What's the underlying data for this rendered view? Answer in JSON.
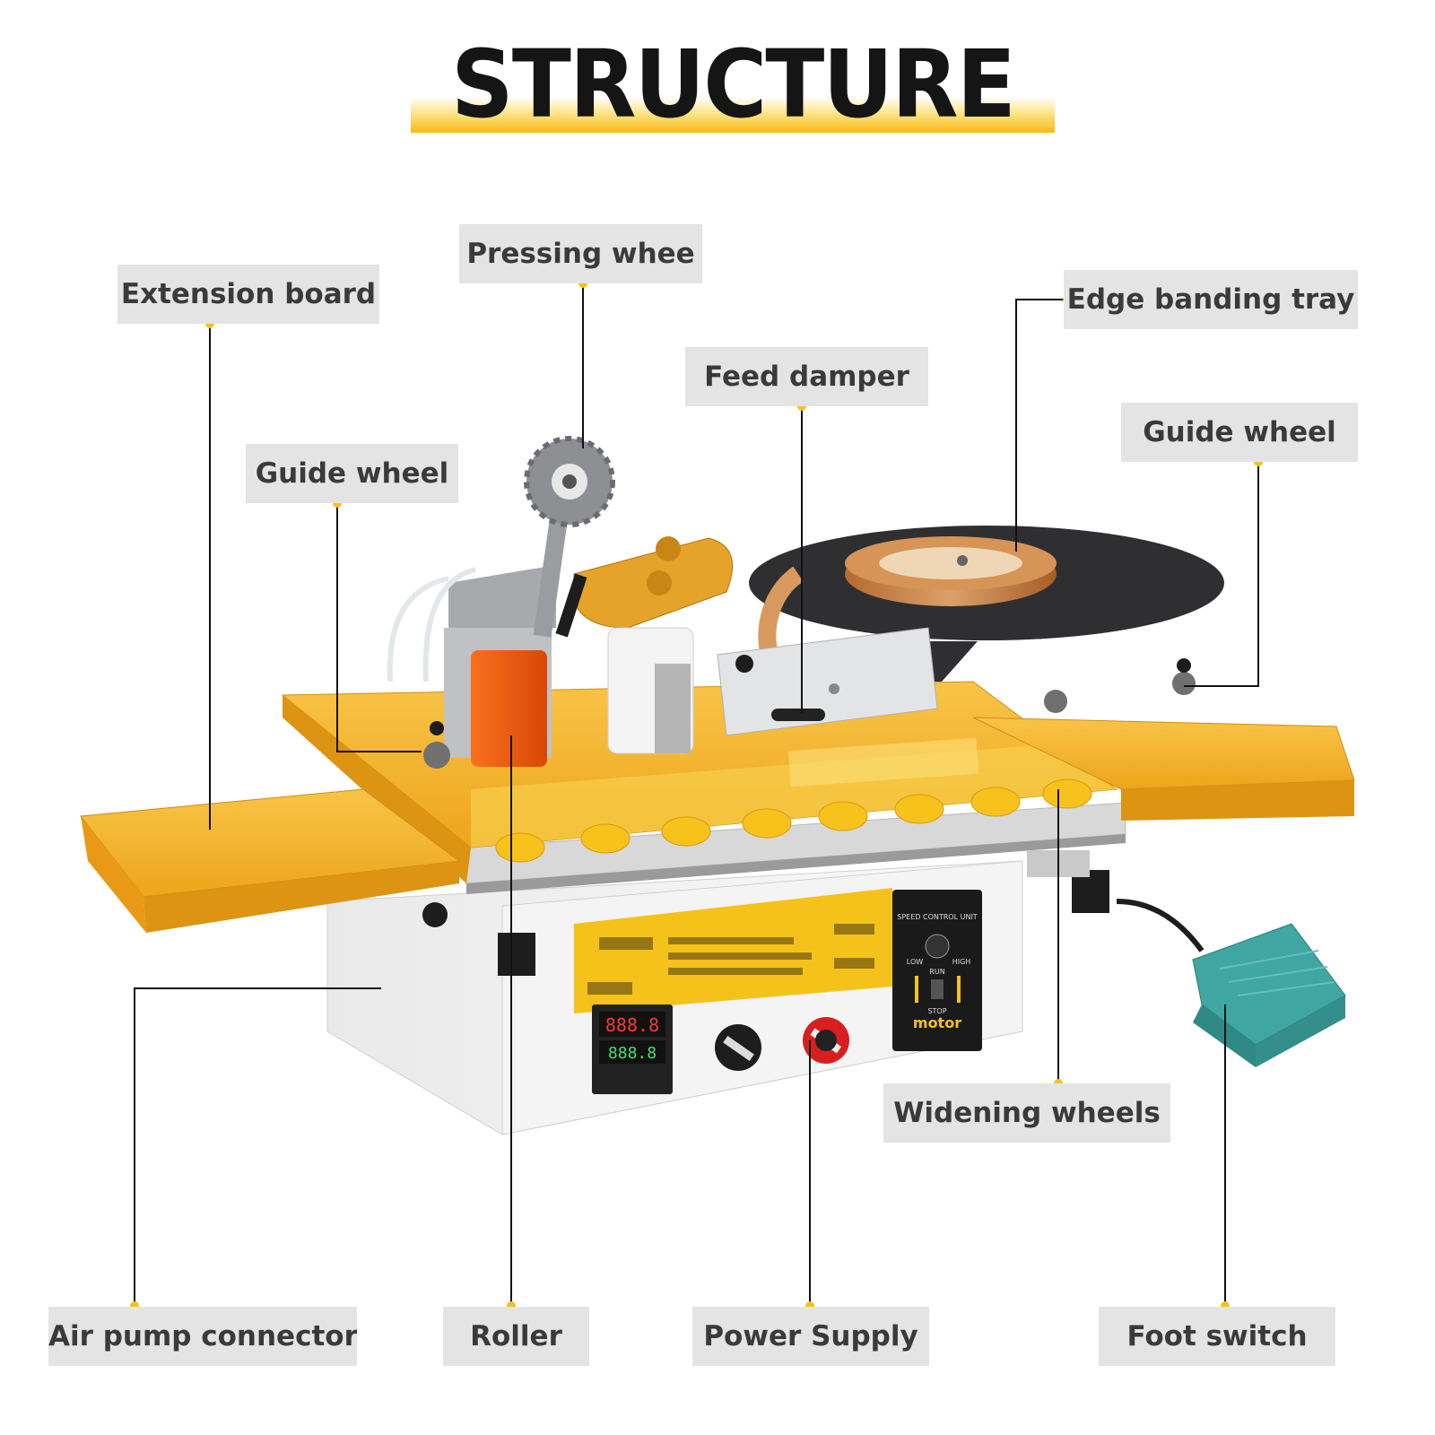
{
  "title": "STRUCTURE",
  "labels": {
    "extension_board": "Extension board",
    "pressing_wheel": "Pressing whee",
    "edge_banding_tray": "Edge banding tray",
    "feed_damper": "Feed damper",
    "guide_wheel_left": "Guide wheel",
    "guide_wheel_right": "Guide wheel",
    "widening_wheels": "Widening wheels",
    "air_pump_connector": "Air pump connector",
    "roller": "Roller",
    "power_supply": "Power Supply",
    "foot_switch": "Foot switch"
  },
  "machine_panel": {
    "speed_control_title": "SPEED CONTROL UNIT",
    "low": "LOW",
    "high": "HIGH",
    "run": "RUN",
    "stop": "STOP",
    "motor": "motor",
    "temperature_display_top": "888.8",
    "temperature_display_bottom": "888.8"
  },
  "colors": {
    "accent_yellow": "#f5c21b",
    "machine_orange": "#eda51c",
    "label_bg": "#e4e4e4",
    "label_text": "#3a3a3a",
    "foot_pedal": "#3fa6a2",
    "roller_orange": "#f05a12"
  }
}
